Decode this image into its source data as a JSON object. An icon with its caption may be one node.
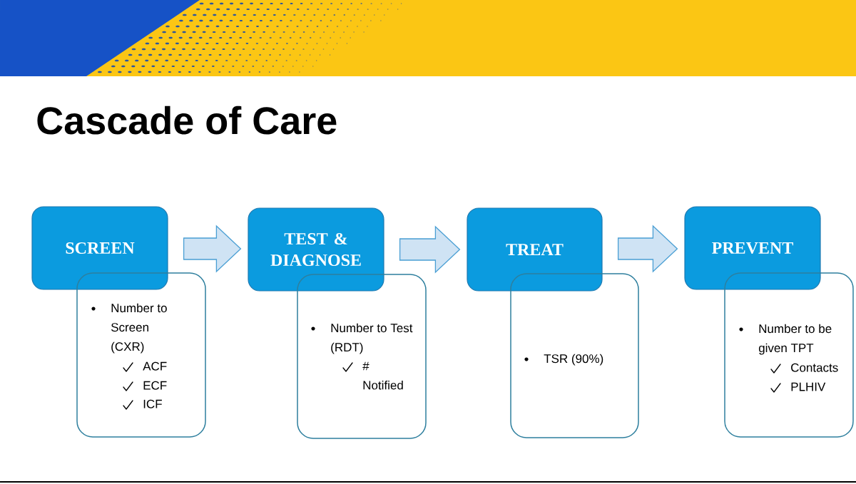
{
  "diagram": {
    "title": "Cascade of Care",
    "nodes": [
      {
        "text": [
          "SCREEN"
        ]
      },
      {
        "text": [
          "Number to Screen (CXR)",
          "ACF",
          "ECF",
          "ICF"
        ]
      },
      {
        "text": [
          "TEST & DIAGNOSE"
        ]
      },
      {
        "text": [
          "Number to Test (RDT)",
          "# Notified"
        ]
      },
      {
        "text": [
          "TREAT"
        ]
      },
      {
        "text": [
          "TSR (90%)"
        ]
      },
      {
        "text": [
          "PREVENT"
        ]
      },
      {
        "text": [
          "Number to be given TPT",
          "Contacts",
          "PLHIV"
        ]
      }
    ],
    "edges": [
      {
        "from": 0,
        "to": 2,
        "arrow": "to"
      },
      {
        "from": 2,
        "to": 4,
        "arrow": "to"
      },
      {
        "from": 4,
        "to": 6,
        "arrow": "to"
      }
    ]
  }
}
